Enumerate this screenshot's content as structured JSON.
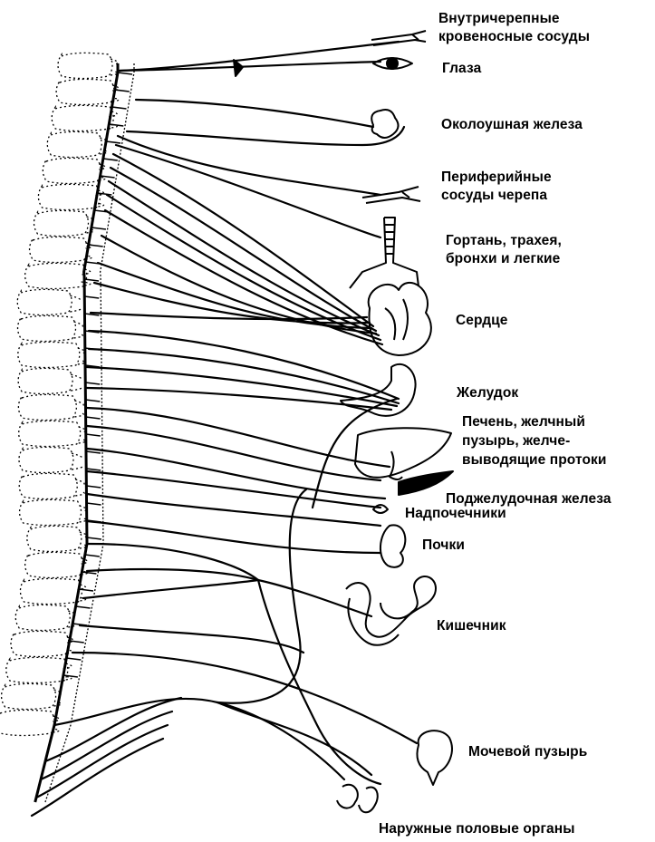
{
  "labels": {
    "intracranial_vessels_1": "Внутричерепные",
    "intracranial_vessels_2": "кровеносные сосуды",
    "eyes": "Глаза",
    "parotid_gland": "Околоушная железа",
    "peripheral_vessels_1": "Периферийные",
    "peripheral_vessels_2": "сосуды черепа",
    "larynx_1": "Гортань, трахея,",
    "larynx_2": "бронхи и легкие",
    "heart": "Сердце",
    "stomach": "Желудок",
    "liver_1": "Печень, желчный",
    "liver_2": "пузырь, желче-",
    "liver_3": "выводящие протоки",
    "pancreas": "Поджелудочная железа",
    "adrenals": "Надпочечники",
    "kidneys": "Почки",
    "intestine": "Кишечник",
    "bladder": "Мочевой пузырь",
    "genitals": "Наружные половые органы"
  },
  "colors": {
    "ink": "#000000",
    "background": "#ffffff"
  }
}
